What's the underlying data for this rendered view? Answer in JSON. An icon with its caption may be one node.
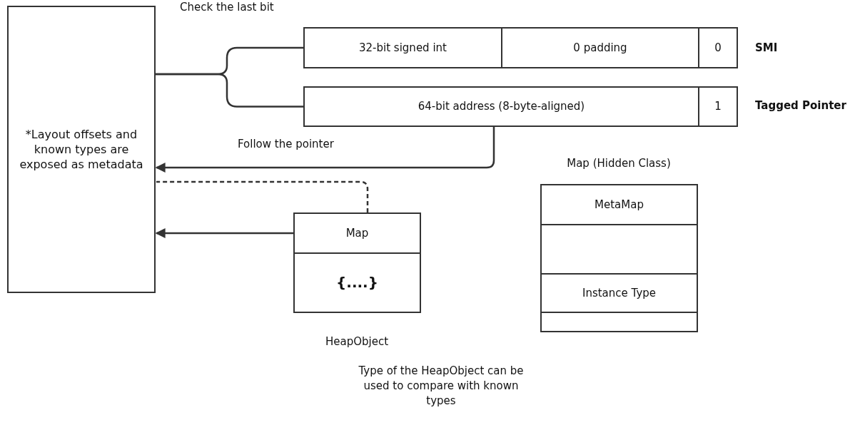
{
  "diagram": {
    "nodes": [
      {
        "text": [
          "*Layout offsets and known types are exposed as metadata"
        ]
      },
      {
        "text": [
          "32-bit signed int"
        ]
      },
      {
        "text": [
          "0 padding"
        ]
      },
      {
        "text": [
          "0"
        ]
      },
      {
        "text": [
          "64-bit address (8-byte-aligned)"
        ]
      },
      {
        "text": [
          "1"
        ]
      },
      {
        "text": [
          "HeapObject"
        ]
      },
      {
        "text": [
          "Map"
        ],
        "in": 6
      },
      {
        "text": [
          "{....}"
        ],
        "in": 6
      },
      {
        "text": [
          "Map (Hidden Class)"
        ]
      },
      {
        "text": [
          "MetaMap"
        ],
        "in": 9
      },
      {
        "text": [],
        "shape": "box",
        "in": 9
      },
      {
        "text": [
          "Instance Type"
        ],
        "in": 9
      },
      {
        "text": [],
        "shape": "box",
        "in": 9
      }
    ],
    "edges": [
      {
        "from": 0,
        "to": 1,
        "arrow": "none",
        "label": "Check the last bit"
      },
      {
        "from": 0,
        "to": 4,
        "arrow": "none"
      },
      {
        "from": 4,
        "to": 0,
        "arrow": "to",
        "label": "Follow the pointer"
      },
      {
        "from": 7,
        "to": 0,
        "arrow": "to"
      },
      {
        "from": 7,
        "to": 0,
        "arrow": "none",
        "style": "dashed"
      }
    ],
    "labels": [
      "SMI",
      "Tagged Pointer",
      "Type of the HeapObject can be used to compare with known types"
    ]
  }
}
